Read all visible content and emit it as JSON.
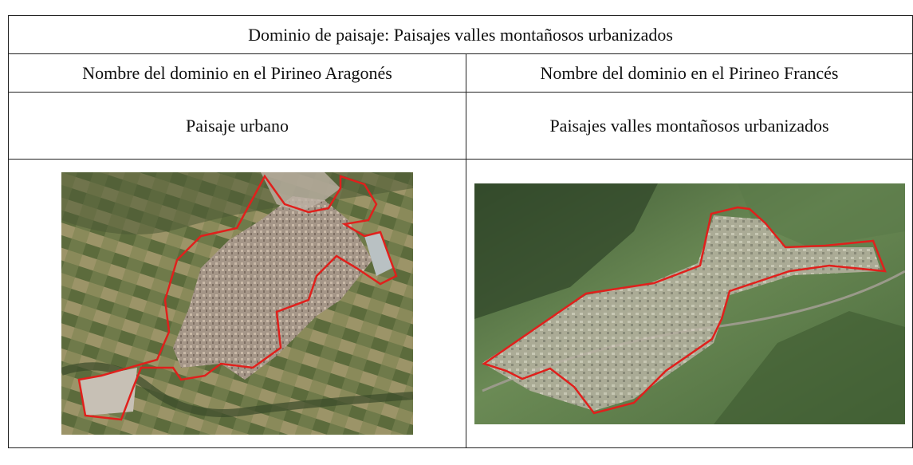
{
  "title": "Dominio de paisaje: Paisajes valles montañosos urbanizados",
  "columns": [
    {
      "header": "Nombre del dominio en el Pirineo Aragonés",
      "name": "Paisaje urbano"
    },
    {
      "header": "Nombre del dominio en el Pirineo Francés",
      "name": "Paisajes valles montañosos urbanizados"
    }
  ],
  "images": [
    {
      "subject": "aerial-photo-town-with-red-outline"
    },
    {
      "subject": "aerial-photo-valley-with-red-outline"
    }
  ],
  "colors": {
    "outline": "#e0201c",
    "border": "#222222"
  }
}
